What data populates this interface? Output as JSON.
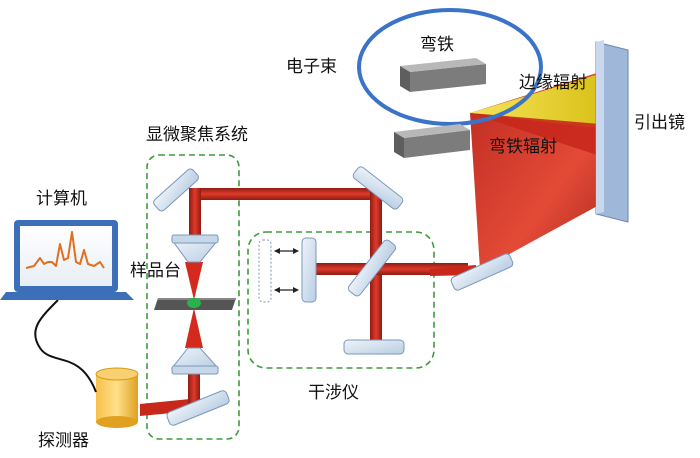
{
  "labels": {
    "electron_beam": "电子束",
    "bend_magnet": "弯铁",
    "edge_radiation": "边缘辐射",
    "bend_radiation": "弯铁辐射",
    "extraction_mirror": "引出镜",
    "microfocus_system": "显微聚焦系统",
    "computer": "计算机",
    "sample_stage": "样品台",
    "interferometer": "干涉仪",
    "detector": "探测器"
  },
  "colors": {
    "beam_red": "#d42a1e",
    "yellow_cone": "#e6d81e",
    "ring_blue": "#3a73c8",
    "mirror_fill": "#d6e4f2",
    "magnet_gray": "#8c8c8c",
    "dashed_green": "#3f9a3a",
    "spectrum_orange": "#e07020",
    "detector_yellow": "#f2b12c"
  }
}
